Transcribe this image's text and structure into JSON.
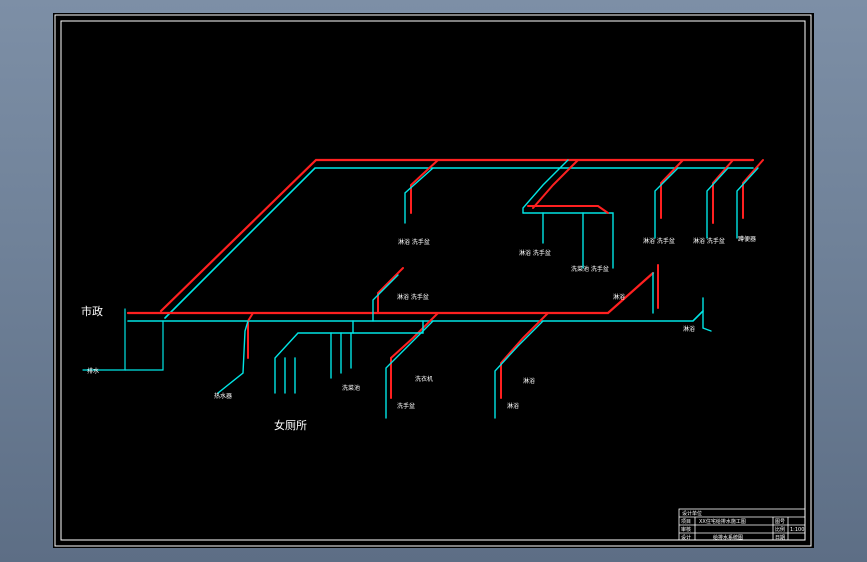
{
  "colors": {
    "background": "#000000",
    "frame": "#ffffff",
    "hot_pipe": "#ff2020",
    "cold_pipe": "#00e5e5",
    "text": "#ffffff"
  },
  "labels": {
    "main_supply": "市政",
    "drain_left": "排水",
    "womens_room": "女厕所",
    "water_heater": "热水器",
    "fixture_a": "洗菜池",
    "fixture_b": "洗手盆",
    "fixture_c": "淋浴",
    "fixture_d": "洗衣机",
    "fixture_e": "淋浴  洗手盆",
    "fixture_f": "淋浴  洗手盆",
    "fixture_g": "淋浴  洗手盆",
    "fixture_h": "洗菜池  洗手盆",
    "fixture_i": "淋浴  洗手盆",
    "fixture_j": "淋浴  洗手盆",
    "fixture_k": "蹲便器",
    "fixture_l": "淋浴",
    "fixture_m": "淋浴",
    "fixture_n": "淋浴"
  },
  "title_block": {
    "header": "设计单位",
    "row1_key": "项目",
    "row1_val": "XX住宅给排水施工图",
    "row1_tag": "图号",
    "row2_key": "审核",
    "row2_tag": "比例",
    "row2_tag_val": "1:100",
    "row3_key": "设计",
    "row3_val": "给排水系统图",
    "row3_tag": "日期"
  }
}
